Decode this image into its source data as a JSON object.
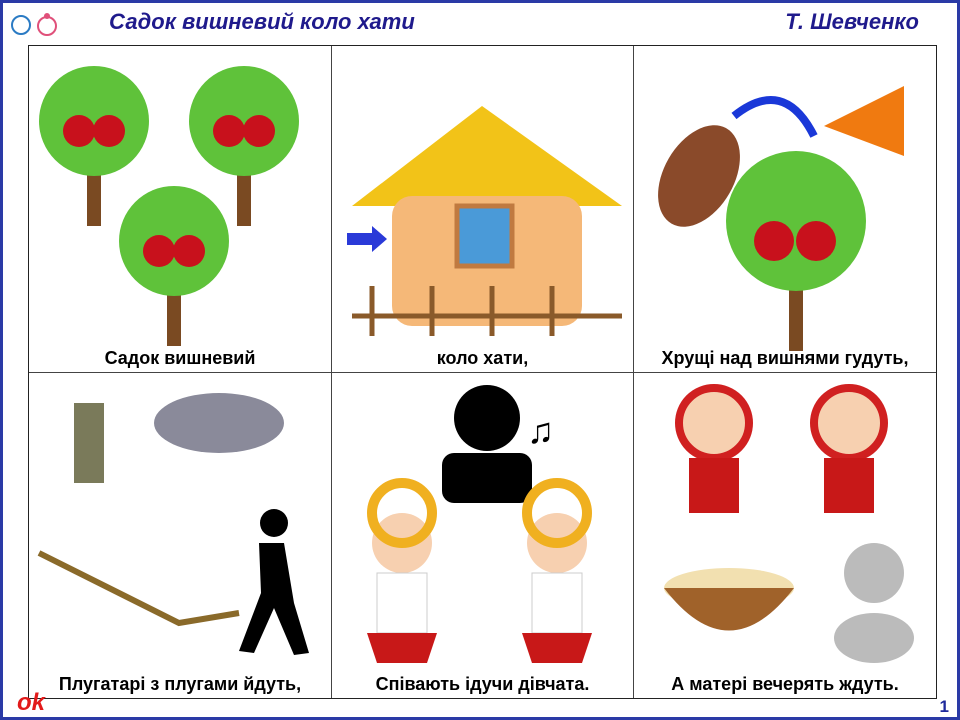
{
  "header": {
    "title": "Садок вишневий коло хати",
    "author": "Т. Шевченко"
  },
  "cells": [
    {
      "caption": "Садок вишневий",
      "icons": [
        "cherry-tree-icon"
      ]
    },
    {
      "caption": "коло хати,",
      "icons": [
        "house-icon",
        "arrow-icon"
      ]
    },
    {
      "caption": "Хрущі над вишнями гудуть,",
      "icons": [
        "beetle-icon",
        "megaphone-icon",
        "cherry-tree-icon"
      ]
    },
    {
      "caption": "Плугатарі з плугами йдуть,",
      "icons": [
        "plowman-icon",
        "plow-icon",
        "walking-person-icon"
      ]
    },
    {
      "caption": "Співають ідучи дівчата.",
      "icons": [
        "singer-icon",
        "music-notes-icon",
        "dancing-girl-icon"
      ]
    },
    {
      "caption": "А матері вечерять ждуть.",
      "icons": [
        "ukrainian-woman-icon",
        "moon-icon",
        "dumplings-bowl-icon",
        "waiting-figure-icon"
      ]
    }
  ],
  "footer": {
    "logo": "ok",
    "page_number": "1"
  },
  "colors": {
    "frame": "#2a3aa6",
    "title": "#1f1a8c",
    "ok": "#e21a1a"
  }
}
